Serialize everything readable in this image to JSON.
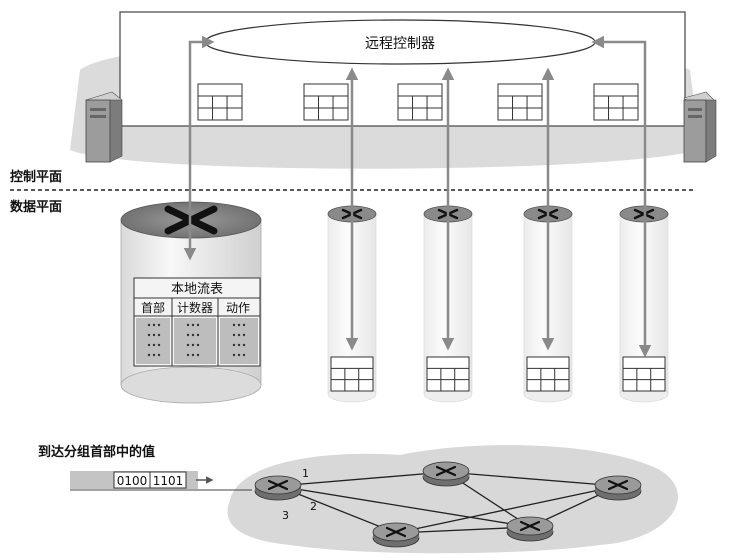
{
  "controller_label": "远程控制器",
  "control_plane_label": "控制平面",
  "data_plane_label": "数据平面",
  "flow_table": {
    "title": "本地流表",
    "columns": [
      "首部",
      "计数器",
      "动作"
    ]
  },
  "packet": {
    "caption": "到达分组首部中的值",
    "fields": [
      "0100",
      "1101"
    ]
  },
  "port_labels": [
    "1",
    "2",
    "3"
  ]
}
